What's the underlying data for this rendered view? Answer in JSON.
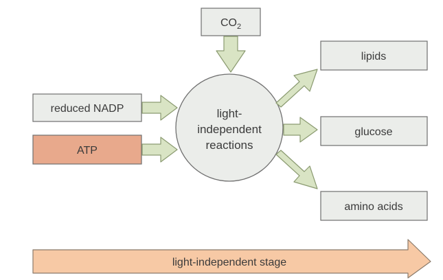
{
  "diagram": {
    "center": {
      "lines": [
        "light-",
        "independent",
        "reactions"
      ]
    },
    "inputs": {
      "co2": {
        "label": "CO",
        "subscript": "2"
      },
      "reduced_nadp": {
        "label": "reduced NADP"
      },
      "atp": {
        "label": "ATP"
      }
    },
    "outputs": {
      "lipids": {
        "label": "lipids"
      },
      "glucose": {
        "label": "glucose"
      },
      "amino_acids": {
        "label": "amino acids"
      }
    },
    "stage_bar": {
      "label": "light-independent stage"
    }
  },
  "colors": {
    "box_fill": "#ebedea",
    "box_stroke": "#6f6f6f",
    "atp_fill": "#e8a98c",
    "arrow_fill": "#d9e4c4",
    "arrow_stroke": "#8a9a70",
    "circle_fill": "#ebedea",
    "stage_fill": "#f7c9a5",
    "stage_stroke": "#8a7a6a"
  }
}
